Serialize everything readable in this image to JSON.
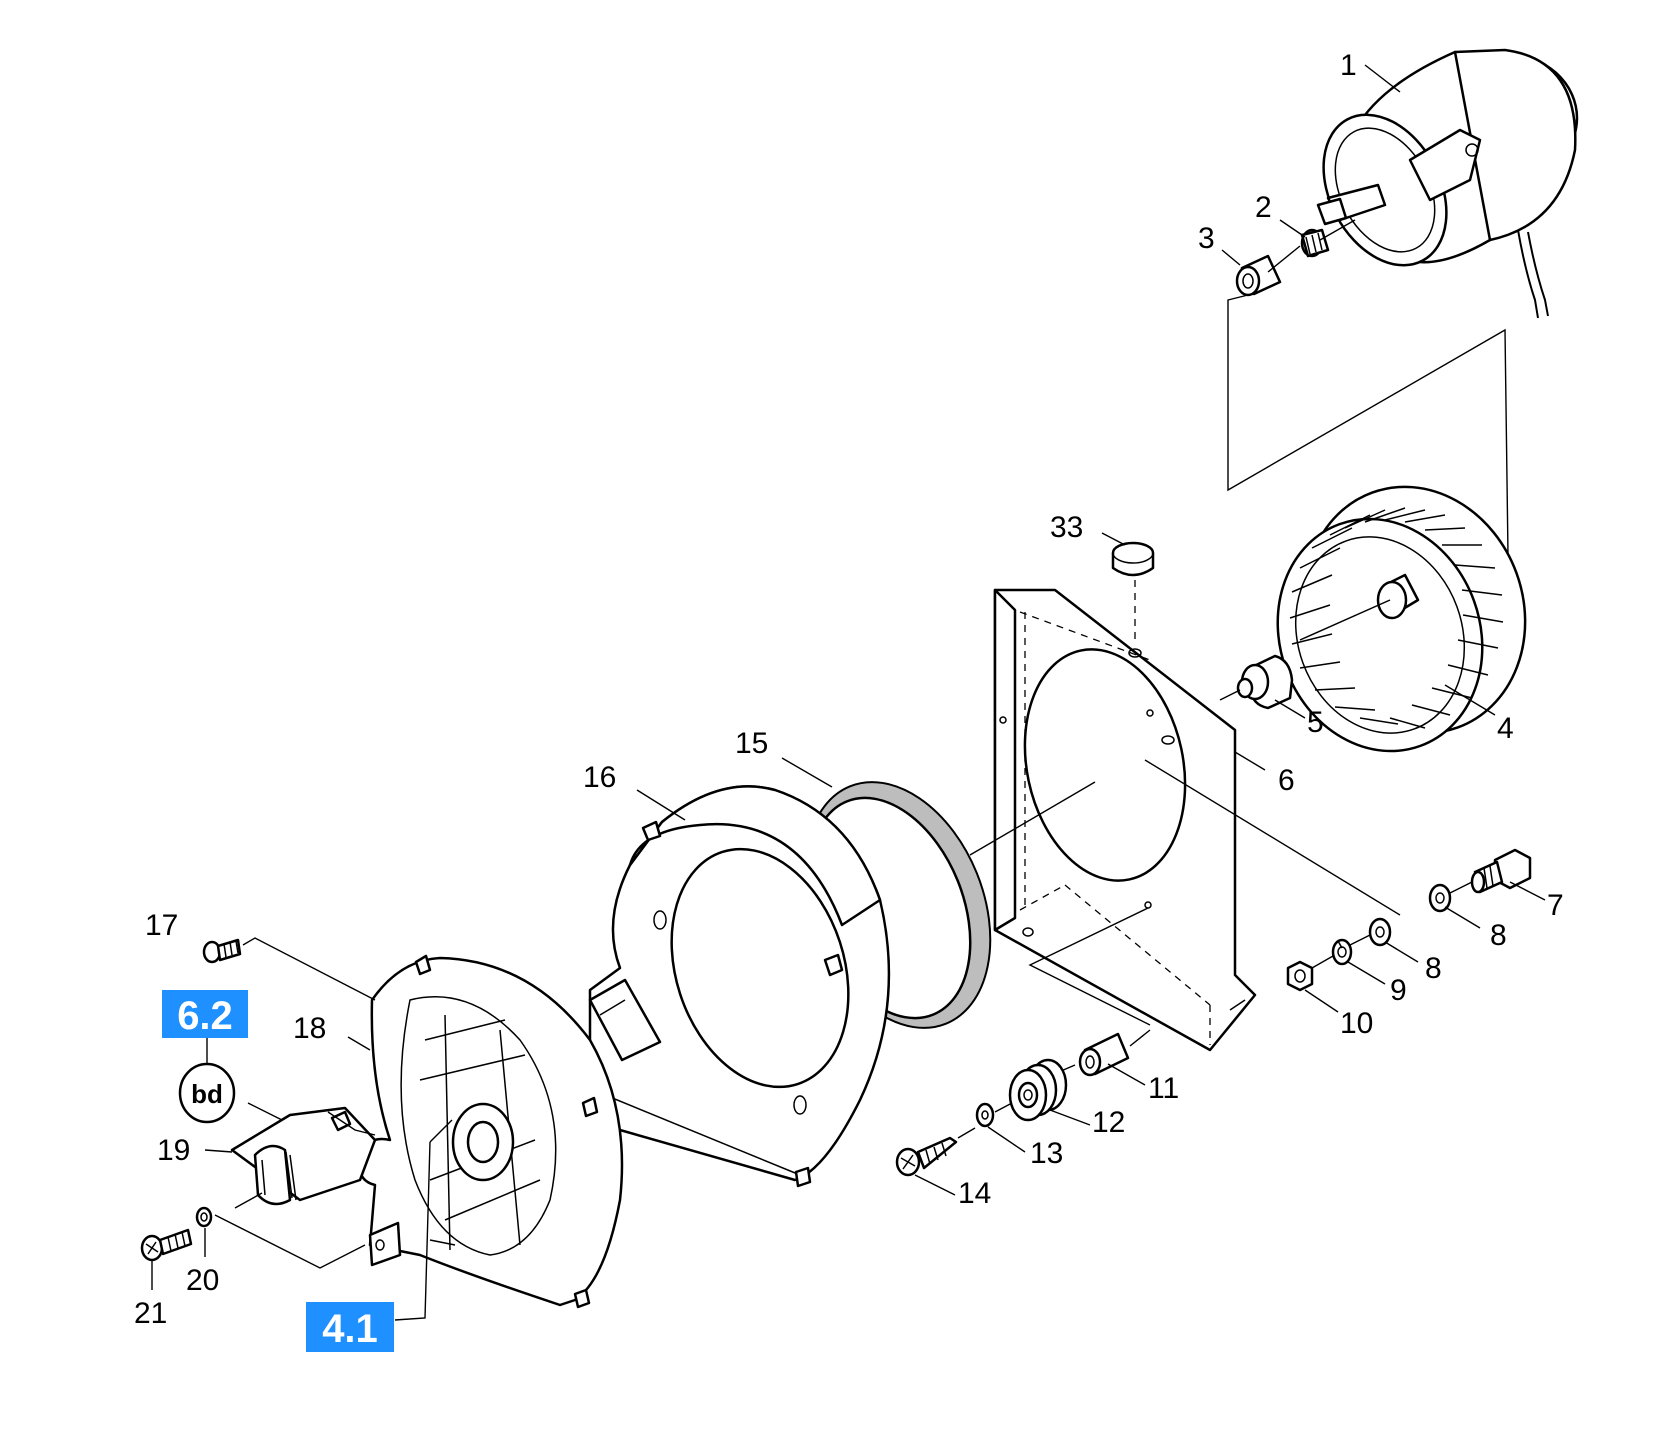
{
  "colors": {
    "reference_badge": "#1e90ff",
    "line": "#000000",
    "background": "#ffffff"
  },
  "callouts": [
    {
      "id": "1",
      "text": "1"
    },
    {
      "id": "2",
      "text": "2"
    },
    {
      "id": "3",
      "text": "3"
    },
    {
      "id": "4",
      "text": "4"
    },
    {
      "id": "5",
      "text": "5"
    },
    {
      "id": "6",
      "text": "6"
    },
    {
      "id": "7",
      "text": "7"
    },
    {
      "id": "8a",
      "text": "8"
    },
    {
      "id": "8b",
      "text": "8"
    },
    {
      "id": "9",
      "text": "9"
    },
    {
      "id": "10",
      "text": "10"
    },
    {
      "id": "11",
      "text": "11"
    },
    {
      "id": "12",
      "text": "12"
    },
    {
      "id": "13",
      "text": "13"
    },
    {
      "id": "14",
      "text": "14"
    },
    {
      "id": "15",
      "text": "15"
    },
    {
      "id": "16",
      "text": "16"
    },
    {
      "id": "17",
      "text": "17"
    },
    {
      "id": "18",
      "text": "18"
    },
    {
      "id": "19",
      "text": "19"
    },
    {
      "id": "20",
      "text": "20"
    },
    {
      "id": "21",
      "text": "21"
    },
    {
      "id": "33",
      "text": "33"
    }
  ],
  "references": [
    {
      "id": "ref-6-2",
      "text": "6.2"
    },
    {
      "id": "ref-4-1",
      "text": "4.1"
    }
  ],
  "decal": {
    "text": "bd"
  }
}
